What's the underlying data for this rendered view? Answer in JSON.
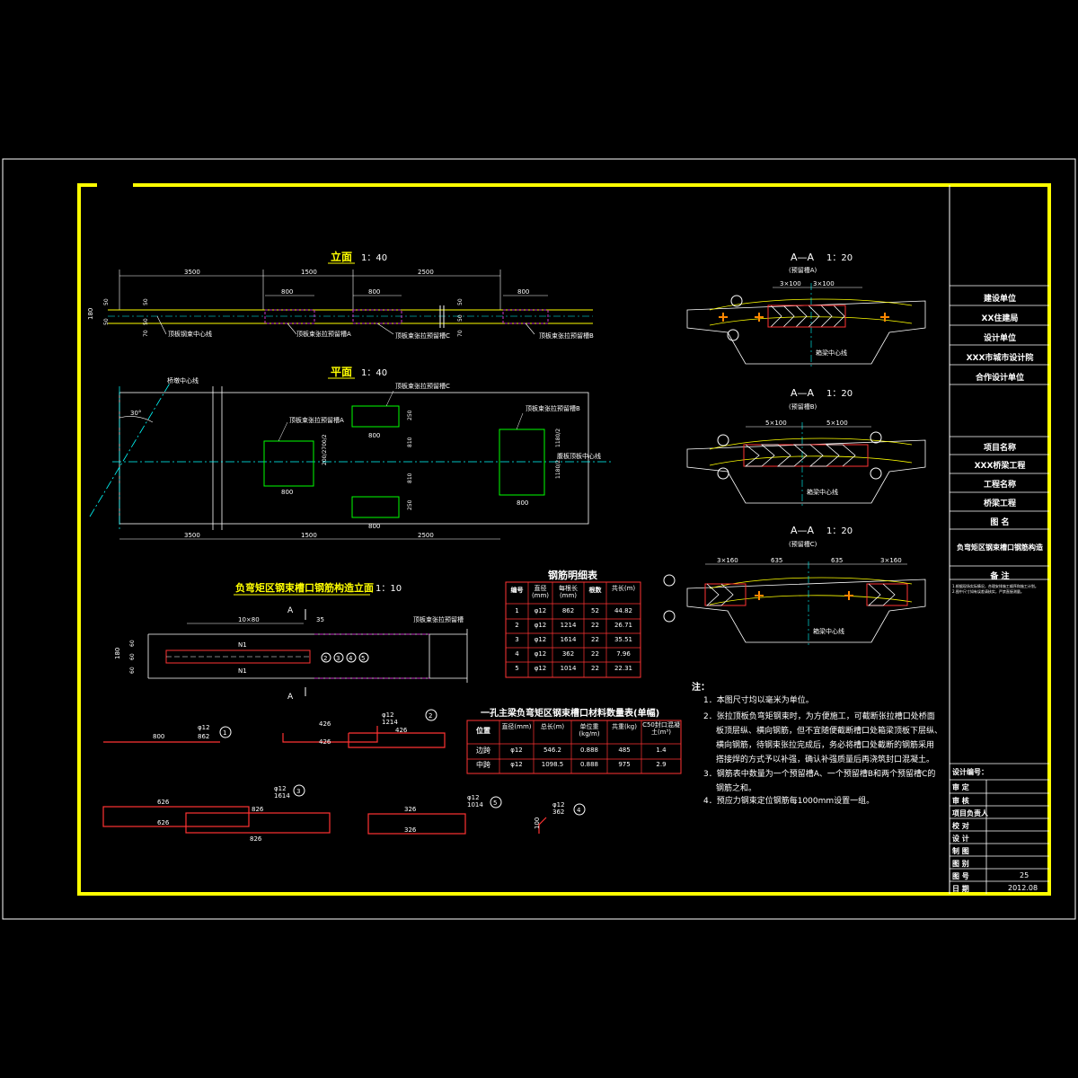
{
  "elevation": {
    "title": "立面",
    "scale": "1：40",
    "dims_top": [
      "3500",
      "1500",
      "2500"
    ],
    "dims_sub": [
      "800",
      "800",
      "800"
    ],
    "dims_left": [
      "180",
      "50",
      "50"
    ],
    "dims_mid": [
      "50",
      "50",
      "70",
      "70",
      "50",
      "50"
    ],
    "labels": [
      "顶板钢束中心线",
      "顶板束张拉预留槽A",
      "顶板束张拉预留槽C",
      "顶板束张拉预留槽B"
    ]
  },
  "plan": {
    "title": "平面",
    "scale": "1：40",
    "angle": "30°",
    "label_axis": "桥墩中心线",
    "labels": [
      "顶板束张拉预留槽A",
      "顶板束张拉预留槽C",
      "顶板束张拉预留槽B",
      "腹板顶板中心线"
    ],
    "dims_bottom": [
      "3500",
      "1500",
      "2500"
    ],
    "dims_misc": [
      "800",
      "800",
      "800",
      "800",
      "250",
      "810",
      "810",
      "250",
      "200/2700/2",
      "1180/2",
      "1180/2"
    ]
  },
  "detail": {
    "title": "负弯矩区钢束槽口钢筋构造立面",
    "scale": "1：10",
    "label": "顶板束张拉预留槽",
    "dims": [
      "10×80",
      "35",
      "180",
      "60",
      "60",
      "60"
    ],
    "section_mark": "A",
    "bar_label": "N1",
    "circles": [
      "2",
      "3",
      "4",
      "5"
    ]
  },
  "bars": [
    {
      "id": "1",
      "dia": "φ12",
      "len": "862",
      "dims": [
        "800"
      ]
    },
    {
      "id": "2",
      "dia": "φ12",
      "len": "1214",
      "dims": [
        "426",
        "426",
        "426"
      ]
    },
    {
      "id": "3",
      "dia": "φ12",
      "len": "1614",
      "dims": [
        "626",
        "626",
        "826",
        "826"
      ]
    },
    {
      "id": "4",
      "dia": "φ12",
      "len": "362",
      "dims": [
        "100"
      ]
    },
    {
      "id": "5",
      "dia": "φ12",
      "len": "1014",
      "dims": [
        "326",
        "326"
      ]
    }
  ],
  "rebar_table": {
    "title": "钢筋明细表",
    "headers": [
      "编号",
      "直径(mm)",
      "每根长(mm)",
      "根数",
      "共长(m)"
    ],
    "rows": [
      [
        "1",
        "φ12",
        "862",
        "52",
        "44.82"
      ],
      [
        "2",
        "φ12",
        "1214",
        "22",
        "26.71"
      ],
      [
        "3",
        "φ12",
        "1614",
        "22",
        "35.51"
      ],
      [
        "4",
        "φ12",
        "362",
        "22",
        "7.96"
      ],
      [
        "5",
        "φ12",
        "1014",
        "22",
        "22.31"
      ]
    ]
  },
  "material_table": {
    "title": "一孔主梁负弯矩区钢束槽口材料数量表(单幅)",
    "headers": [
      "位置",
      "直径(mm)",
      "总长(m)",
      "单位重(kg/m)",
      "共重(kg)",
      "C50封口混凝土(m³)"
    ],
    "rows": [
      [
        "边跨",
        "φ12",
        "546.2",
        "0.888",
        "485",
        "1.4"
      ],
      [
        "中跨",
        "φ12",
        "1098.5",
        "0.888",
        "975",
        "2.9"
      ]
    ]
  },
  "sections": [
    {
      "title": "A—A",
      "scale": "1：20",
      "sub": "(预留槽A)",
      "dims": [
        "3×100",
        "3×100"
      ],
      "label": "箱梁中心线"
    },
    {
      "title": "A—A",
      "scale": "1：20",
      "sub": "(预留槽B)",
      "dims": [
        "5×100",
        "5×100"
      ],
      "label": "箱梁中心线"
    },
    {
      "title": "A—A",
      "scale": "1：20",
      "sub": "(预留槽C)",
      "dims": [
        "3×160",
        "635",
        "635",
        "3×160"
      ],
      "label": "箱梁中心线"
    }
  ],
  "notes": {
    "title": "注：",
    "items": [
      "1．本图尺寸均以毫米为单位。",
      "2．张拉顶板负弯矩钢束时，为方便施工，可截断张拉槽口处桥面",
      "板顶层纵、横向钢筋，但不宜随便截断槽口处箱梁顶板下层纵、",
      "横向钢筋，待钢束张拉完成后，务必将槽口处截断的钢筋采用",
      "搭接焊的方式予以补强，确认补强质量后再浇筑封口混凝土。",
      "3．钢筋表中数量为一个预留槽A、一个预留槽B和两个预留槽C的",
      "钢筋之和。",
      "4．预应力钢束定位钢筋每1000mm设置一组。"
    ]
  },
  "title_block": {
    "rows_top": [
      "建设单位",
      "XX住建局",
      "设计单位",
      "XXX市城市设计院",
      "合作设计单位"
    ],
    "rows_mid": [
      "项目名称",
      "XXX桥梁工程",
      "工程名称",
      "桥梁工程",
      "图    名"
    ],
    "drawing_name": "负弯矩区钢束槽口钢筋构造",
    "remarks_title": "备    注",
    "remarks": [
      "1.根据现场实际情况，合理安排施工顺序和施工计划。",
      "2.图中尺寸如有误差请核实，严禁直接测量。"
    ],
    "design_no": "设计编号：",
    "sign_rows": [
      "审    定",
      "审    核",
      "项目负责人",
      "校    对",
      "设    计",
      "制    图",
      "图    别"
    ],
    "sheet_label": "图    号",
    "sheet_no": "25",
    "date_label": "日    期",
    "date": "2012.08"
  }
}
